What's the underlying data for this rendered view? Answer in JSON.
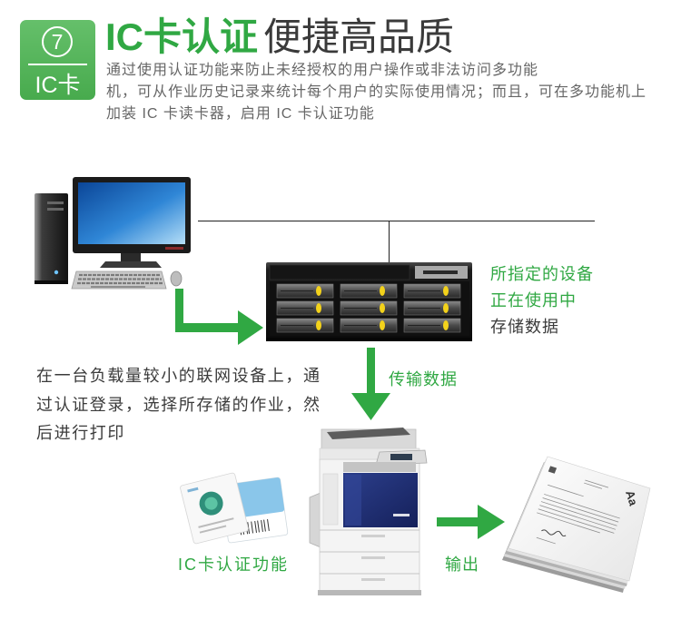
{
  "badge": {
    "number": "7",
    "label": "IC卡"
  },
  "title": {
    "highlight": "IC卡认证",
    "rest": "便捷高品质"
  },
  "description": [
    "通过使用认证功能来防止未经授权的用户操作或非法访问多功能",
    "机，可从作业历史记录来统计每个用户的实际使用情况；而且，可在多功能机上",
    "加装 IC 卡读卡器，启用 IC 卡认证功能"
  ],
  "diagram": {
    "server_caption": {
      "line1": "所指定的设备",
      "line2": "正在使用中",
      "line3": "存储数据"
    },
    "left_text": [
      "在一台负载量较小的联网设备上，通",
      "过认证登录，选择所存储的作业，然",
      "后进行打印"
    ],
    "transfer_label": "传输数据",
    "ic_card_label": "IC卡认证功能",
    "output_label": "输出",
    "paper_mark": "Aa"
  },
  "icons": [
    "desktop-computer",
    "storage-server",
    "multifunction-printer",
    "ic-cards",
    "paper-stack"
  ],
  "colors": {
    "accent": "#30a843",
    "badge": "#4cb552",
    "title_text": "#3a3a3a",
    "body_text": "#3b3b3b",
    "description_text": "#666666"
  }
}
